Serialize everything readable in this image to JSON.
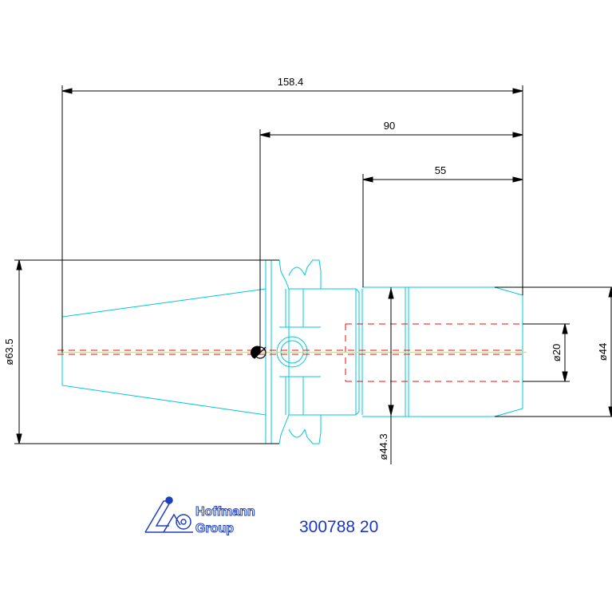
{
  "dimensions": {
    "overall_length": "158.4",
    "gauge_length": "90",
    "shank_length": "55",
    "flange_diameter": "ø63.5",
    "bore_diameter": "ø20",
    "nose_diameter": "ø44",
    "neck_diameter": "ø44.3"
  },
  "brand": {
    "name_line1": "Hoffmann",
    "name_line2": "Group",
    "part_number": "300788 20"
  },
  "colors": {
    "outline": "#00c8d8",
    "dimension": "#000000",
    "hidden_line": "#e81010",
    "center_line": "#ffe000",
    "brand": "#1a35c8"
  }
}
